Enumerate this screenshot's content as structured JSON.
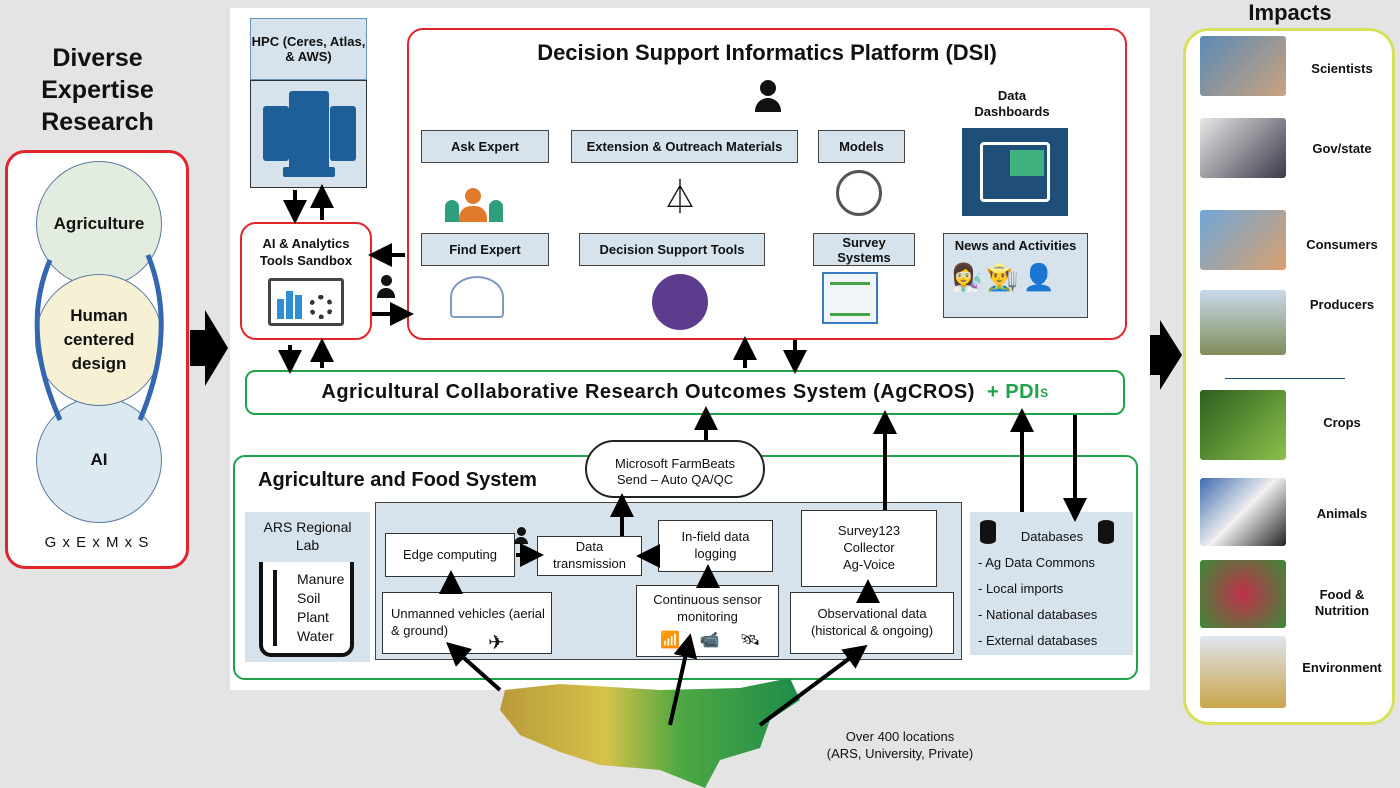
{
  "left": {
    "title_lines": [
      "Diverse",
      "Expertise",
      "Research"
    ],
    "circles": [
      "Agriculture",
      "Human centered design",
      "AI"
    ],
    "formula": "G x E x M x S"
  },
  "hpc": {
    "label": "HPC (Ceres, Atlas, & AWS)"
  },
  "sandbox": {
    "label": "AI & Analytics Tools Sandbox"
  },
  "dsi": {
    "title": "Decision Support Informatics Platform (DSI)",
    "ask_expert": "Ask Expert",
    "find_expert": "Find Expert",
    "extension": "Extension & Outreach Materials",
    "decision_tools": "Decision Support Tools",
    "models": "Models",
    "survey": "Survey Systems",
    "dashboards": "Data Dashboards",
    "news": "News and Activities"
  },
  "agcros": {
    "title": "Agricultural Collaborative Research Outcomes System (AgCROS)",
    "plus": "+ PDI",
    "sup": "S"
  },
  "afs": {
    "title": "Agriculture and Food System",
    "cloud": [
      "Microsoft FarmBeats",
      "Send – Auto QA/QC"
    ],
    "lab_title": "ARS Regional Lab",
    "lab_items": [
      "Manure",
      "Soil",
      "Plant",
      "Water"
    ],
    "edge": "Edge computing",
    "transmission": "Data transmission",
    "infield": "In-field data logging",
    "survey123": [
      "Survey123",
      "Collector",
      "Ag-Voice"
    ],
    "unmanned": "Unmanned vehicles (aerial & ground)",
    "continuous": "Continuous sensor monitoring",
    "observational": "Observational data (historical & ongoing)",
    "db_title": "Databases",
    "db_items": [
      "- Ag Data Commons",
      "- Local imports",
      "- National databases",
      "- External databases"
    ]
  },
  "locations": [
    "Over 400 locations",
    "(ARS, University, Private)"
  ],
  "impacts": {
    "title": "Impacts",
    "items": [
      "Scientists",
      "Gov/state",
      "Consumers",
      "Producers",
      "Crops",
      "Animals",
      "Food & Nutrition",
      "Environment"
    ]
  },
  "colors": {
    "red": "#e0262b",
    "green": "#1fa34a",
    "panel_blue": "#d6e2ec",
    "dark_blue": "#1f4e79",
    "impact_border": "#d8e05a"
  }
}
